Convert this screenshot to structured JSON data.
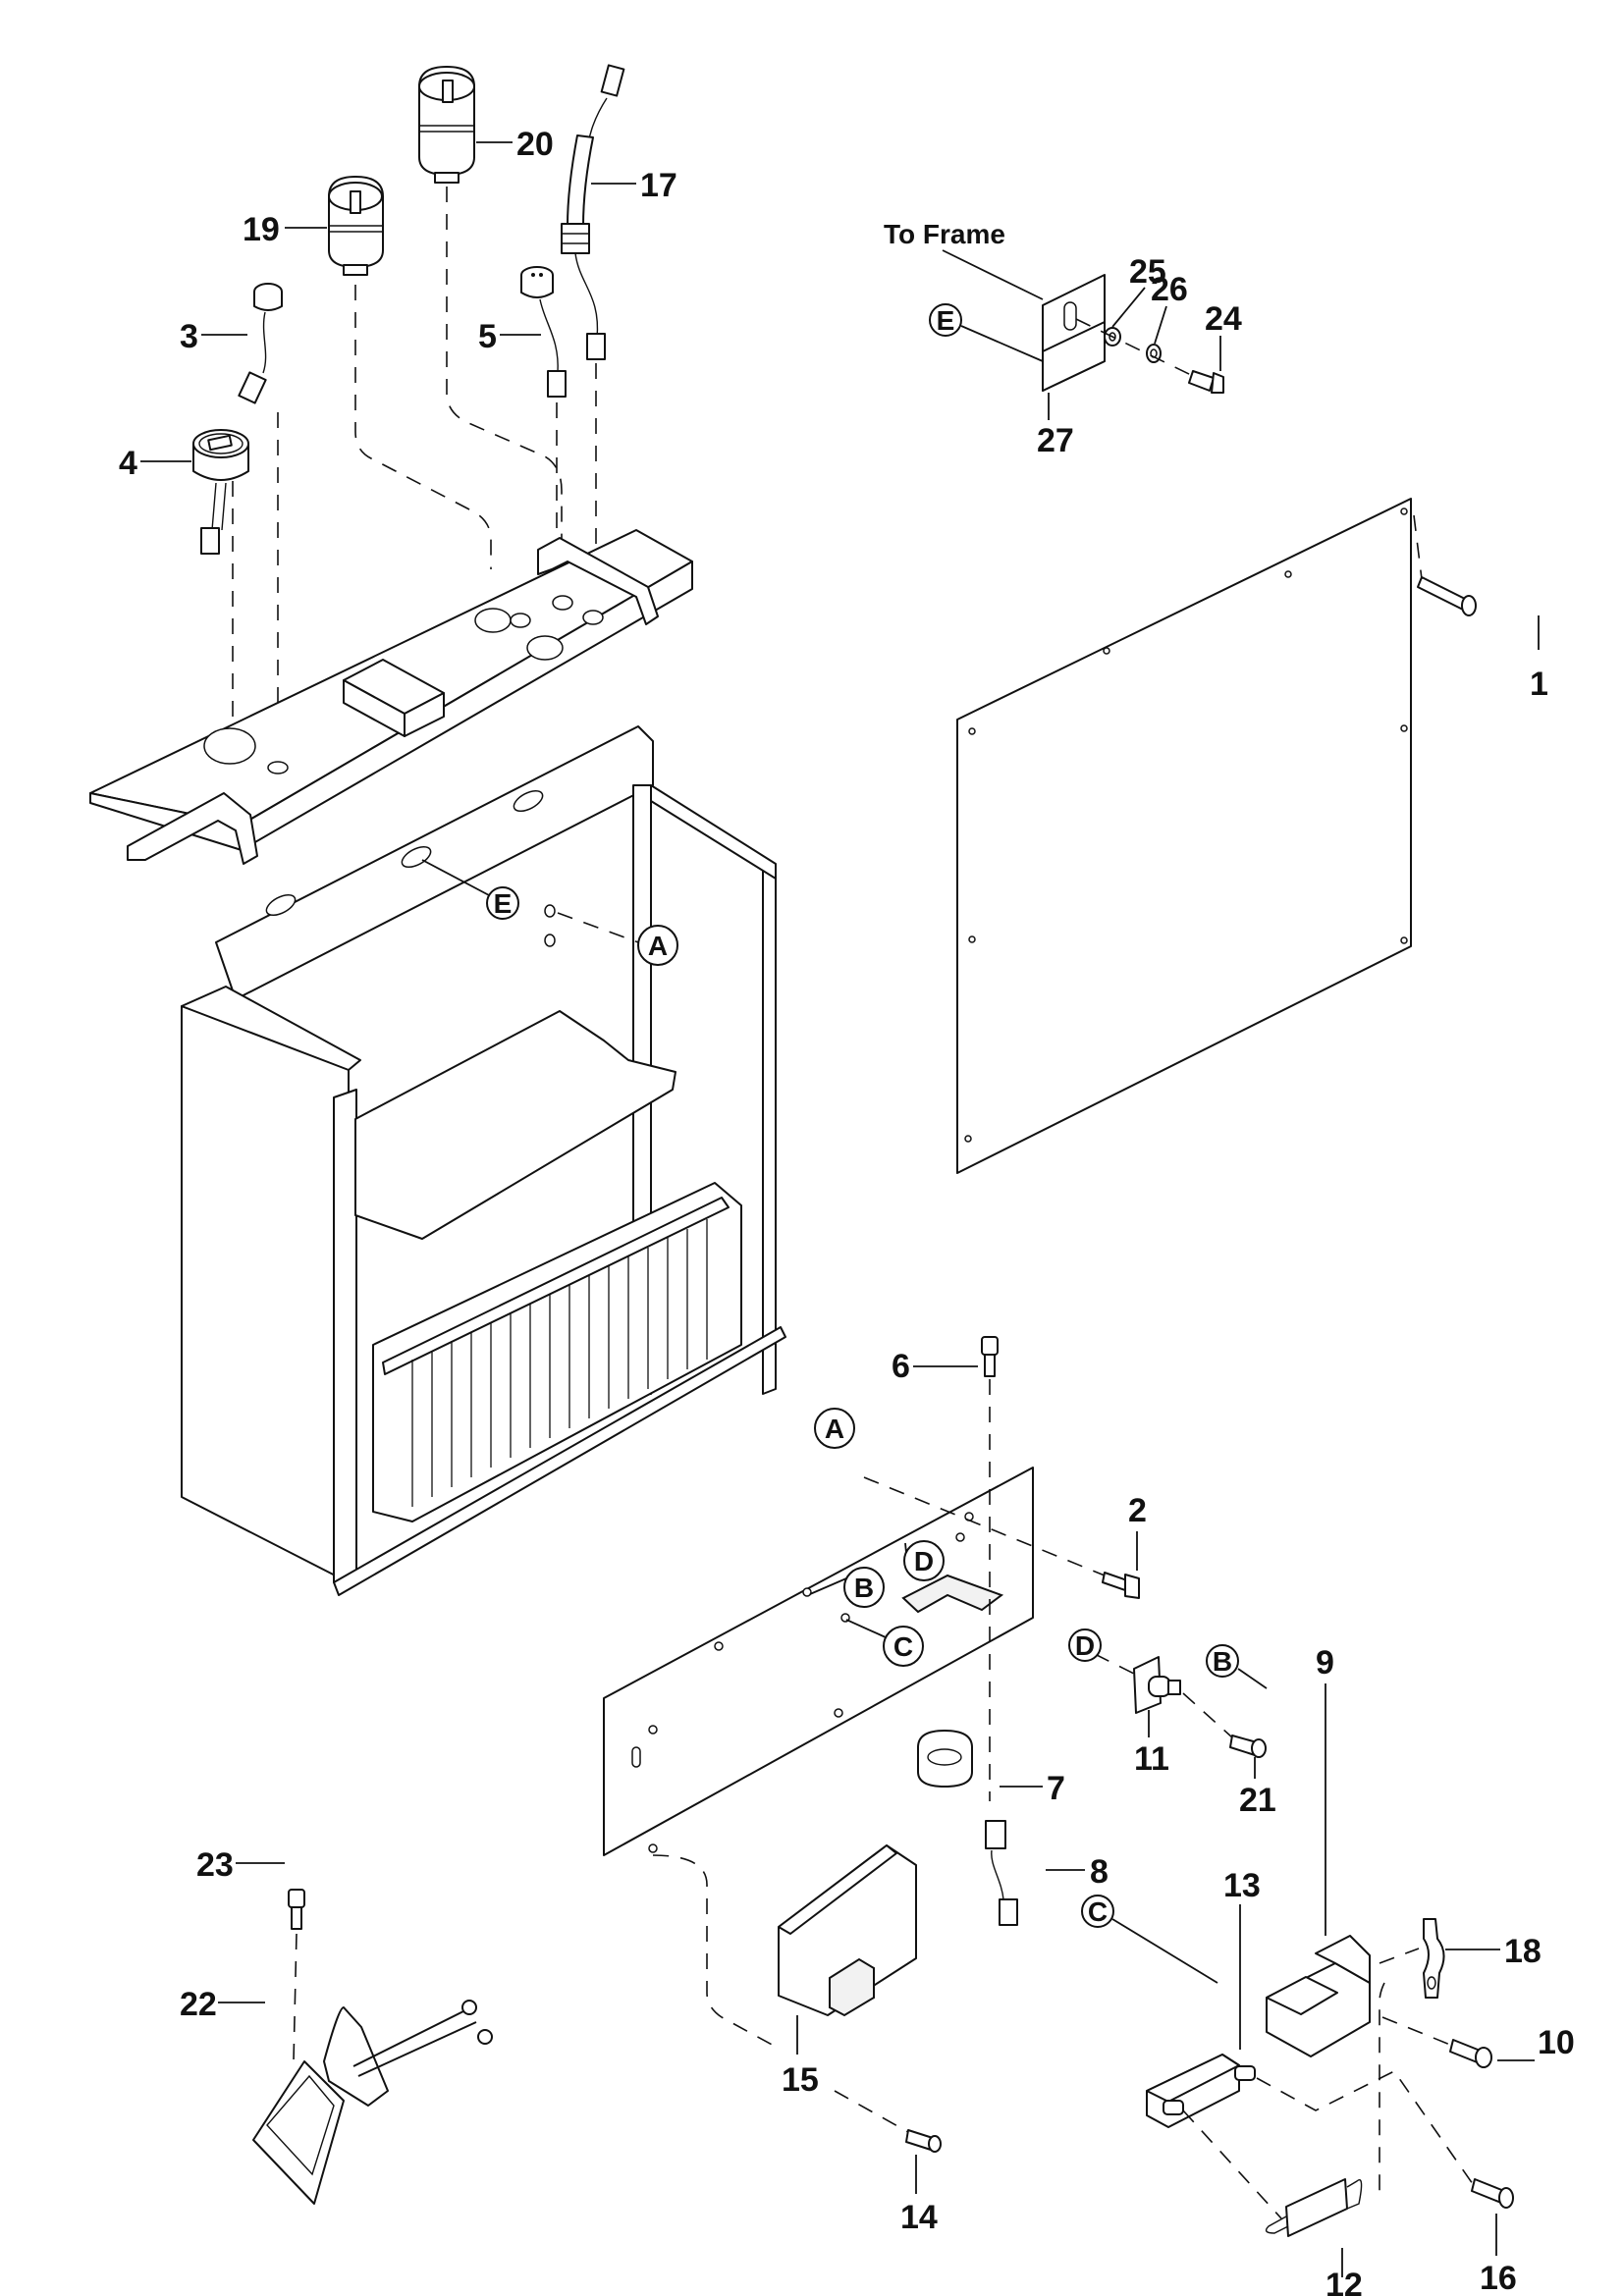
{
  "diagram": {
    "title": "Exploded parts view",
    "annotation_text": {
      "to_frame": "To Frame"
    },
    "item_numbers": {
      "p1": "1",
      "p2": "2",
      "p3": "3",
      "p4": "4",
      "p5": "5",
      "p6": "6",
      "p7": "7",
      "p8": "8",
      "p9": "9",
      "p10": "10",
      "p11": "11",
      "p12": "12",
      "p13": "13",
      "p14": "14",
      "p15": "15",
      "p16": "16",
      "p17": "17",
      "p18": "18",
      "p19": "19",
      "p20": "20",
      "p21": "21",
      "p22": "22",
      "p23": "23",
      "p24": "24",
      "p25": "25",
      "p26": "26",
      "p27": "27"
    },
    "reference_letters": {
      "A": "A",
      "B": "B",
      "C": "C",
      "D": "D",
      "E": "E"
    }
  }
}
